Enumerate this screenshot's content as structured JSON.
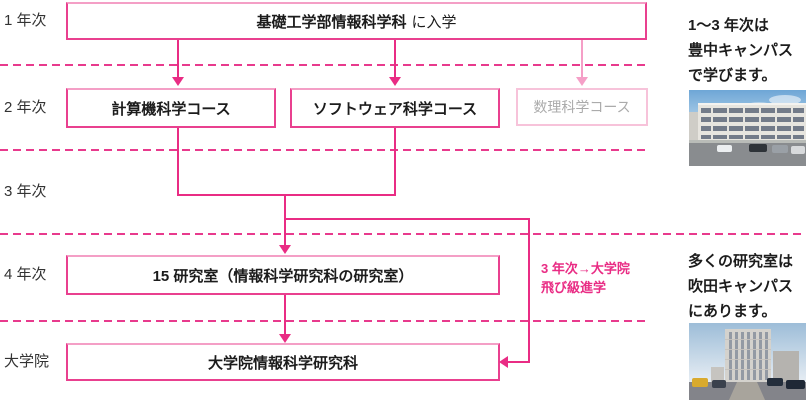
{
  "years": [
    {
      "label": "1 年次"
    },
    {
      "label": "2 年次"
    },
    {
      "label": "3 年次"
    },
    {
      "label": "4 年次"
    },
    {
      "label": "大学院"
    }
  ],
  "boxes": {
    "entry": {
      "strong": "基礎工学部情報科学科",
      "suffix": "に入学"
    },
    "course_computer": {
      "label": "計算機科学コース"
    },
    "course_software": {
      "label": "ソフトウェア科学コース"
    },
    "course_math": {
      "label": "数理科学コース"
    },
    "labs": {
      "label": "15 研究室（情報科学研究科の研究室）"
    },
    "grad_school": {
      "label": "大学院情報科学研究科"
    }
  },
  "annotations": {
    "skip_grade": {
      "lines": [
        "3 年次→大学院",
        "飛び級進学"
      ]
    },
    "toyonaka": {
      "lines": [
        "1〜3 年次は",
        "豊中キャンパス",
        "で学びます。"
      ]
    },
    "suita": {
      "lines": [
        "多くの研究室は",
        "吹田キャンパス",
        "にあります。"
      ]
    },
    "photos": {
      "toyonaka": "豊中キャンパス",
      "suita": "吹田キャンパス"
    }
  },
  "colors": {
    "line_pink": "#e92c84",
    "box_border_pink": "#e9408f",
    "dashed_pink": "#e83a8d",
    "faded_border_pink": "#f7c3da",
    "faded_line_pink": "#f59fc7",
    "faded_text_gray": "#ababab",
    "text_black": "#1c1c1c"
  }
}
